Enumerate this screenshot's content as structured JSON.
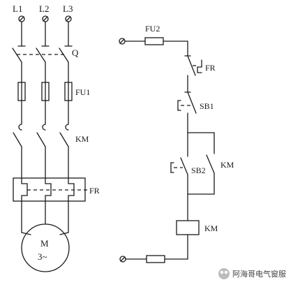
{
  "phases": [
    "L1",
    "L2",
    "L3"
  ],
  "labels": {
    "switch": "Q",
    "fuse_main": "FU1",
    "contactor_main": "KM",
    "overload": "FR",
    "motor_name": "M",
    "motor_type": "3~",
    "fuse_ctrl": "FU2",
    "overload_contact": "FR",
    "stop_button": "SB1",
    "start_button": "SB2",
    "aux_contact": "KM",
    "coil": "KM"
  },
  "watermark": {
    "text": "阿海哥电气窗服"
  }
}
